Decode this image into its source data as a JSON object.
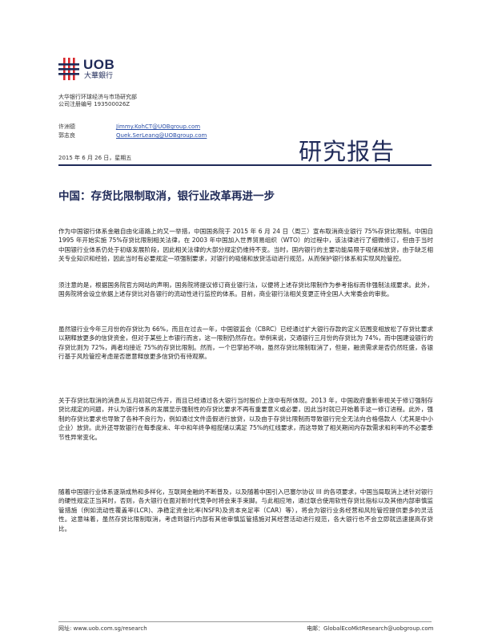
{
  "logo": {
    "name": "UOB",
    "sub": "大華銀行",
    "brand_color": "#1f2a58",
    "accent_color": "#d7262b"
  },
  "org": {
    "line1": "大华银行环球经济与市场研究部",
    "line2": "公司注册编号 193500026Z"
  },
  "contacts": [
    {
      "name": "许洲德",
      "email": "Jimmy.KohCT@UOBgroup.com"
    },
    {
      "name": "郭志良",
      "email": "Quek.SerLeang@UOBgroup.com"
    }
  ],
  "date": "2015 年 6 月 26 日，星期五",
  "report_title": "研究报告",
  "headline": "中国：存货比限制取消，银行业改革再进一步",
  "paragraphs": [
    "作为中国银行体系金融自由化道路上的又一举措，中国国务院于 2015 年 6 月 24 日（周三）宣布取消商业银行 75%存贷比限制。中国自 1995 年开始实施 75%存贷比限制相关法律，在 2003 年中国加入世界贸易组织（WTO）的过程中，该法律进行了细微修订，但由于当时中国银行业体系仍处于初级发展阶段，因此相关法律的大部分规定仍维持不变。当时，国内银行的主要功能局限于吸储和放贷，由于缺乏相关专业知识和经验，因此当时有必要规定一项强制要求，对银行的吸储和放贷活动进行规范，从而保护银行体系和实现风险管控。",
    "须注意的是，根据国务院官方网站的声明，国务院将提议修订商业银行法，以便将上述存贷比限制作为参考指标而非强制法规要求。此外，国务院将会设立依据上述存贷比对各银行的流动性进行监控的体系。目前，商业银行法相关变更正待全国人大常委会的审批。",
    "虽然银行业今年三月份的存贷比为 66%，而且在过去一年，中国银监会（CBRC）已经通过扩大银行存款的定义范围变相放松了存贷比要求以期释放更多的信贷资金，但对于某些上市银行而言，这一限制仍然存在。举例来说，交通银行三月份的存贷比为 74%，而中国建设银行的存贷比则为 72%，两者均接近 75%的存贷比限制。然而，一个巴掌拍不响，虽然存贷比限制取消了，但是，融资需求是否仍然旺盛，各银行基于风险管控考虑是否愿意释放更多信贷仍有待观察。",
    "关于存贷比取消的消息从五月初就已传开，而且已经通过各大银行当时股价上涨中有所体现。2013 年，中国政府重新审视关于修订强制存贷比规定的问题，并认为银行体系的发展显示强制性的存贷比要求不再有重要意义或必要，因此当时就已开始着手这一修订进程。此外，强制的存贷比要求也导致了各种不良行为，例如通过文件造假进行放贷，以及由于存贷比限制而导致银行完全无法向合格借款人（尤其是中小企业）放贷。此外还导致银行在每季度末、年中和年终争相揽储以满足 75%的红线要求，而这导致了相关期间内存款需求和利率的不必要季节性异常变化。",
    "随着中国银行业体系逐渐成熟和多样化，互联网金融的不断普及，以及随着中国引入巴塞尔协议 III 的各项要求，中国当局取消上述针对银行的硬性规定正当其时，否则，各大银行在面对新时代竞争时将会束手束脚。与此相应地，通过联合使用软性存贷比指标以及其他内部审慎监管措施（例如流动性覆盖率(LCR)、净稳定资金比率(NSFR)及资本充足率（CAR）等），将会为银行业务经营和风险管控提供更多的灵活性。这意味着，虽然存贷比限制取消，考虑到银行内部有其他审慎监管措施对其经营活动进行规范，各大银行也不会立即就迅速提高存贷比。"
  ],
  "footer": {
    "website": "网址: www.uob.com.sg/research",
    "email": "电邮：GlobalEcoMktResearch@uobgroup.com"
  }
}
